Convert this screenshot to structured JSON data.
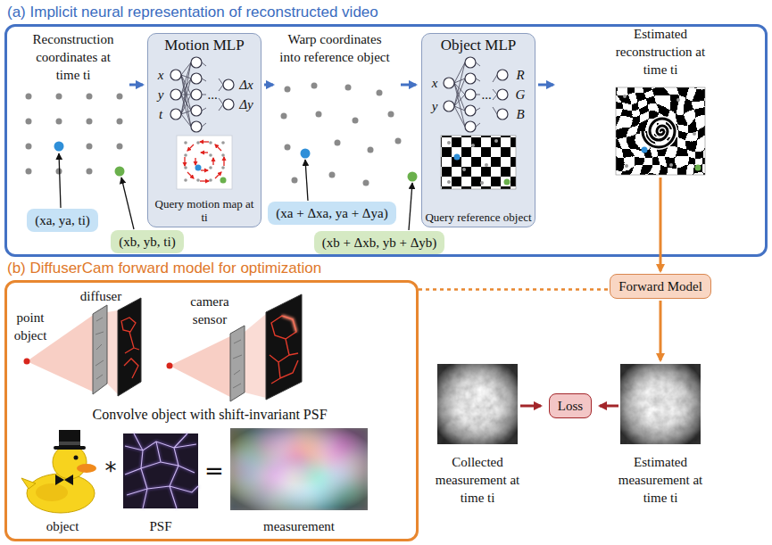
{
  "diagram": {
    "nodes": [
      {
        "text": [
          "(a) Implicit neural representation of reconstructed video"
        ]
      },
      {
        "text": [
          "(xa, ya, ti)"
        ],
        "in": 0
      },
      {
        "text": [
          "(xb, yb, ti)"
        ],
        "in": 0
      },
      {
        "text": [
          "Motion MLP",
          "Query motion map at ti"
        ],
        "in": 0
      },
      {
        "text": [
          "(xa + Δxa, ya + Δya)"
        ],
        "in": 0
      },
      {
        "text": [
          "(xb + Δxb, yb + Δyb)"
        ],
        "in": 0
      },
      {
        "text": [
          "Object MLP",
          "Query reference object"
        ],
        "in": 0
      },
      {
        "text": [
          "(b) DiffuserCam forward model for optimization"
        ]
      },
      {
        "text": [
          "Forward Model"
        ]
      },
      {
        "text": [
          "Loss"
        ]
      }
    ],
    "edges": [
      {
        "from": 7,
        "to": 8,
        "arrow": "none"
      }
    ],
    "labels": [
      "Reconstruction coordinates at time ti",
      "x",
      "y",
      "t",
      "...",
      "Δx",
      "Δy",
      "Warp coordinates into reference object",
      "x",
      "y",
      "...",
      "R",
      "G",
      "B",
      "Estimated reconstruction at time ti",
      "diffuser",
      "camera sensor",
      "point object",
      "Convolve object with shift-invariant PSF",
      "*",
      "=",
      "object",
      "PSF",
      "measurement",
      "Collected measurement at time ti",
      "Estimated measurement at time ti"
    ]
  }
}
